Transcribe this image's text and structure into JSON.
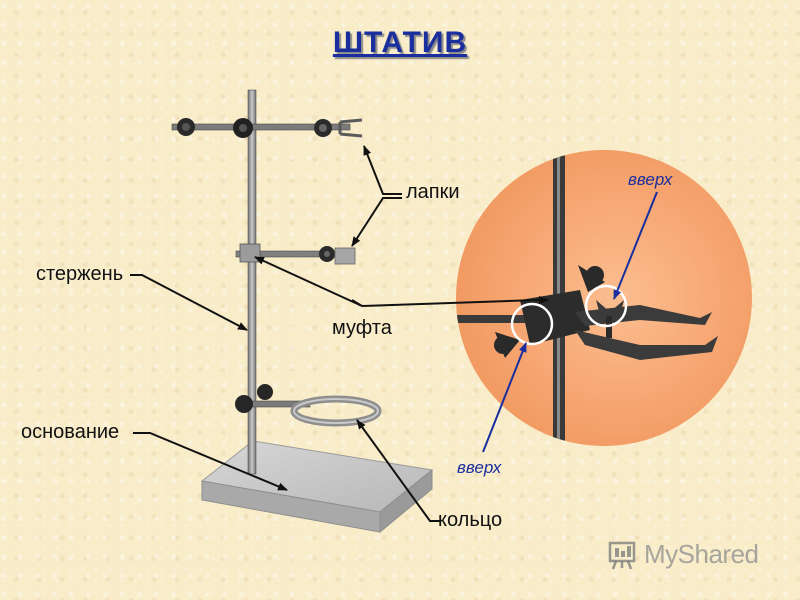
{
  "title": "ШТАТИВ",
  "labels": {
    "rod": "стержень",
    "clamps": "лапки",
    "coupling": "муфта",
    "base": "основание",
    "ring": "кольцо",
    "up_top": "вверх",
    "up_bottom": "вверх"
  },
  "logo": {
    "text": "MyShared",
    "icon": "presentation-board-icon"
  },
  "colors": {
    "title": "#1a2e9e",
    "blue_label": "#1a2e9e",
    "zoom_circle": "#f6a46f",
    "background": "#f8ecc9"
  }
}
